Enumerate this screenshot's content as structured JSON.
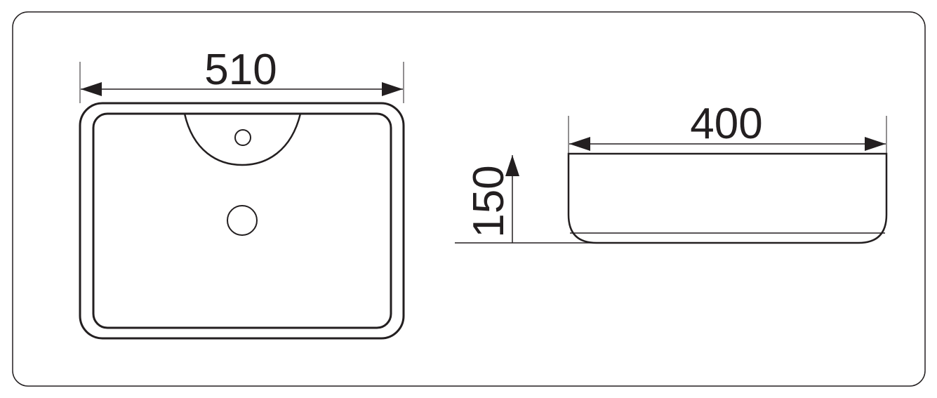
{
  "top_view": {
    "width_label": "510"
  },
  "side_view": {
    "width_label": "400",
    "height_label": "150"
  },
  "colors": {
    "line": "#231f20",
    "background": "#ffffff"
  }
}
